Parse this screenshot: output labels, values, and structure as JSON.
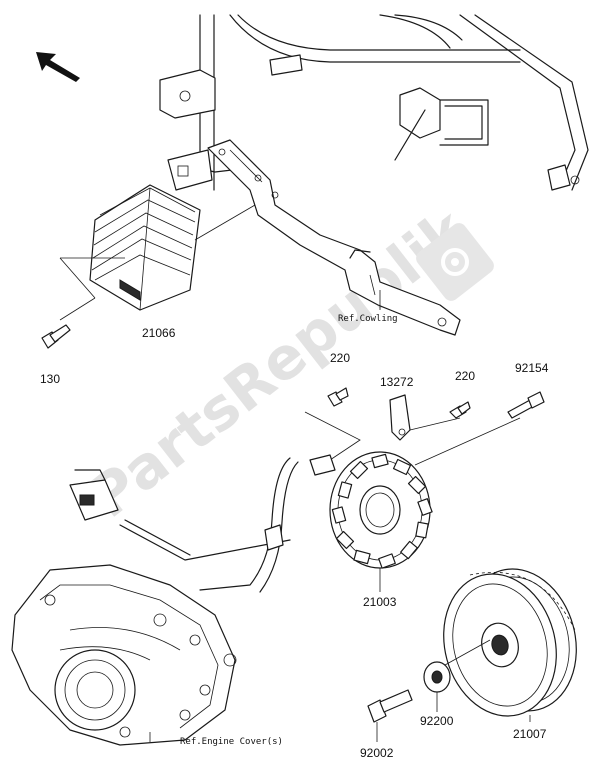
{
  "watermark": {
    "text": "PartsRepublik"
  },
  "references": {
    "cowling": "Ref.Cowling",
    "engine_cover": "Ref.Engine Cover(s)"
  },
  "parts": [
    {
      "id": "21066",
      "label": "21066"
    },
    {
      "id": "130",
      "label": "130"
    },
    {
      "id": "220a",
      "label": "220"
    },
    {
      "id": "13272",
      "label": "13272"
    },
    {
      "id": "220b",
      "label": "220"
    },
    {
      "id": "92154",
      "label": "92154"
    },
    {
      "id": "21003",
      "label": "21003"
    },
    {
      "id": "92200",
      "label": "92200"
    },
    {
      "id": "21007",
      "label": "21007"
    },
    {
      "id": "92002",
      "label": "92002"
    }
  ],
  "icons": {
    "direction": "arrow-up-left-icon",
    "watermark_logo": "gear-icon"
  }
}
